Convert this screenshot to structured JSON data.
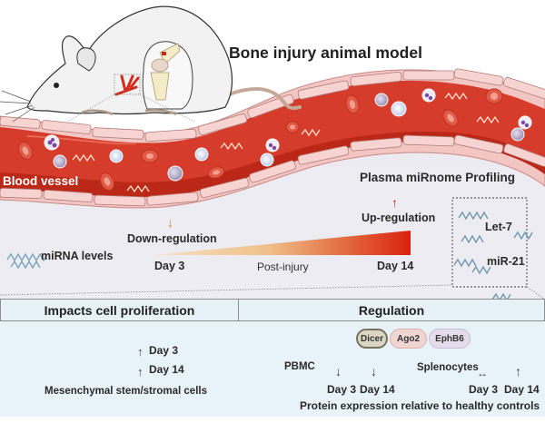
{
  "title": "Bone injury animal model",
  "vessel": {
    "label": "Blood vessel",
    "colors": {
      "lumen": "#d43a2a",
      "lumen_dark": "#b82618",
      "endothelium": "#f2c4c4",
      "rbc": "#e0503c",
      "wbc": "#c9c3d8"
    }
  },
  "profiling": {
    "title": "Plasma miRnome Profiling",
    "miRNA_label": "miRNA levels",
    "down_label": "Down-regulation",
    "up_label": "Up-regulation",
    "down_arrow": "↓",
    "up_arrow": "↑",
    "timeline": {
      "start": "Day 3",
      "middle": "Post-injury",
      "end": "Day 14"
    },
    "gradient_colors": [
      "#f4d9b0",
      "#e05030",
      "#d42010"
    ],
    "mirnas": [
      "Let-7",
      "miR-21"
    ]
  },
  "panels": {
    "left": {
      "header": "Impacts cell proliferation",
      "cell_type": "Mesenchymal stem/stromal cells",
      "arrow": "↑",
      "items": [
        "Day 3",
        "Day 14"
      ]
    },
    "right": {
      "header": "Regulation",
      "proteins": [
        "Dicer",
        "Ago2",
        "EphB6"
      ],
      "pbmc": {
        "label": "PBMC",
        "days": [
          {
            "day": "Day 3",
            "arrow": "↓"
          },
          {
            "day": "Day 14",
            "arrow": "↓"
          }
        ]
      },
      "splenocytes": {
        "label": "Splenocytes",
        "days": [
          {
            "day": "Day 3",
            "arrow": "↔"
          },
          {
            "day": "Day 14",
            "arrow": "↑"
          }
        ]
      },
      "footer": "Protein expression relative to healthy controls"
    }
  }
}
